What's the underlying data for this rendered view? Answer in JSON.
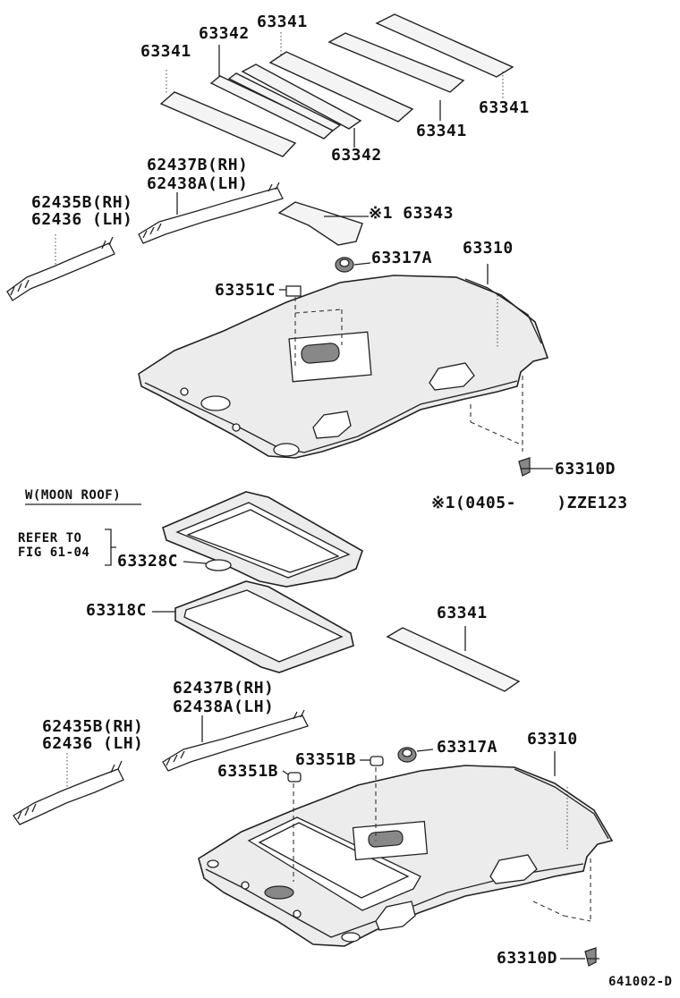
{
  "labels": {
    "l_63341_a": "63341",
    "l_63342_a": "63342",
    "l_63341_b": "63341",
    "l_63341_c": "63341",
    "l_63341_d": "63341",
    "l_63342_b": "63342",
    "l_62437b_1": "62437B(RH)",
    "l_62438a_1": "62438A(LH)",
    "l_62435b_1": "62435B(RH)",
    "l_62436_1": "62436 (LH)",
    "l_63343": "※1 63343",
    "l_63317a_1": "63317A",
    "l_63310_1": "63310",
    "l_63351c": "63351C",
    "l_63310d_1": "63310D",
    "l_moonroof": "W(MOON ROOF)",
    "l_note": "※1(0405-    )ZZE123",
    "l_refer1": "REFER TO",
    "l_refer2": "FIG 61-04",
    "l_63328c": "63328C",
    "l_63318c": "63318C",
    "l_63341_e": "63341",
    "l_62437b_2": "62437B(RH)",
    "l_62438a_2": "62438A(LH)",
    "l_62435b_2": "62435B(RH)",
    "l_62436_2": "62436 (LH)",
    "l_63351b_1": "63351B",
    "l_63351b_2": "63351B",
    "l_63317a_2": "63317A",
    "l_63310_2": "63310",
    "l_63310d_2": "63310D",
    "l_code": "641002-D"
  }
}
